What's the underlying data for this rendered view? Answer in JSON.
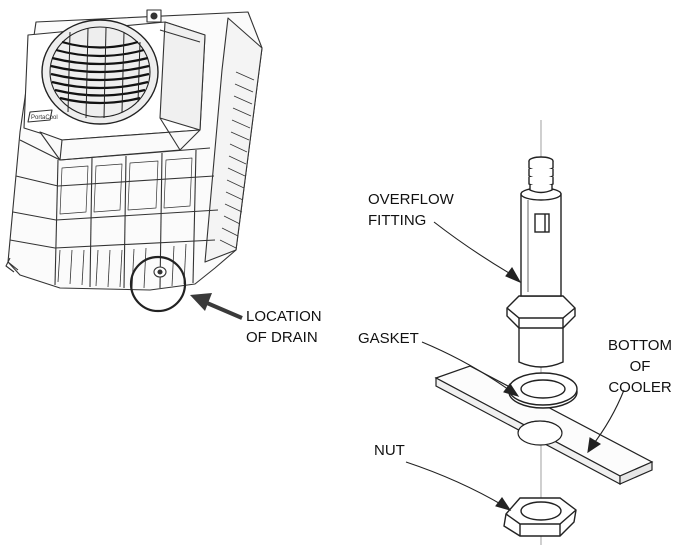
{
  "labels": {
    "location_of_drain": [
      "LOCATION",
      "OF DRAIN"
    ],
    "overflow_fitting": [
      "OVERFLOW",
      "FITTING"
    ],
    "gasket": "GASKET",
    "bottom_of_cooler": [
      "BOTTOM",
      "OF",
      "COOLER"
    ],
    "nut": "NUT"
  },
  "colors": {
    "line": "#222222",
    "arrow": "#3a3a3a"
  }
}
